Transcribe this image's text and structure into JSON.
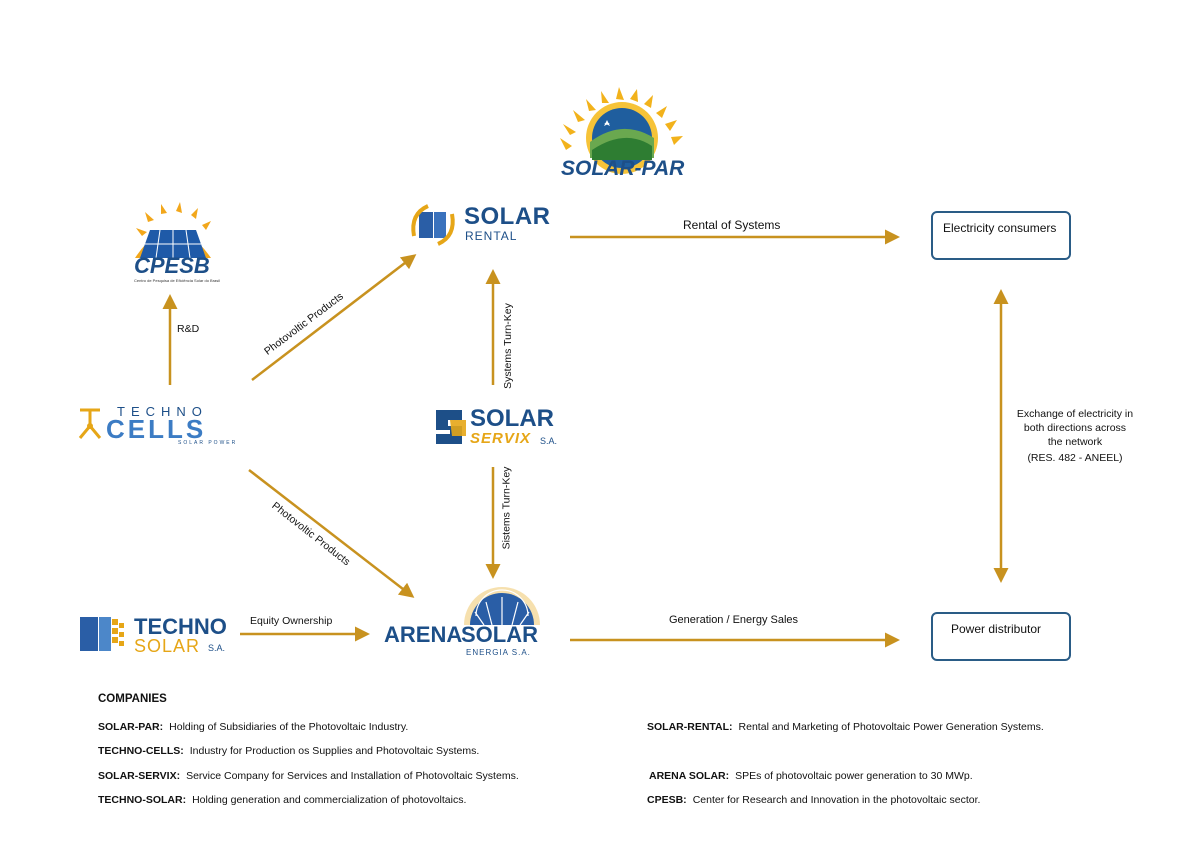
{
  "logos": {
    "solar_par": "SOLAR-PAR",
    "cpesb": "CPESB",
    "cpesb_sub": "Centro de Pesquisa de Eficiência Solar do Brasil",
    "solar_rental_1": "SOLAR",
    "solar_rental_2": "RENTAL",
    "techno_cells_1": "TECHNO",
    "techno_cells_2": "CELLS",
    "techno_cells_3": "SOLAR POWER",
    "solar_servix_1": "SOLAR",
    "solar_servix_2": "SERVIX",
    "solar_servix_3": "S.A.",
    "techno_solar_1": "TECHNO",
    "techno_solar_2": "SOLAR",
    "techno_solar_3": "S.A.",
    "arena_solar_1": "ARENA",
    "arena_solar_2": "SOLAR",
    "arena_solar_3": "ENERGIA S.A."
  },
  "edges": {
    "rental_of_systems": "Rental of Systems",
    "rd": "R&D",
    "photovoltic_products_up": "Photovoltic Products",
    "photovoltic_products_down": "Photovoltic Products",
    "systems_turnkey": "Systems Turn-Key",
    "sistems_turnkey": "Sistems Turn-Key",
    "equity_ownership": "Equity Ownership",
    "generation_sales": "Generation / Energy Sales",
    "exchange_1": "Exchange of electricity in",
    "exchange_2": "both directions across",
    "exchange_3": "the network",
    "exchange_4": "(RES. 482 - ANEEL)"
  },
  "boxes": {
    "electricity_consumers": "Electricity consumers",
    "power_distributor": "Power distributor"
  },
  "companies": {
    "title": "COMPANIES",
    "rows": [
      {
        "name": "SOLAR-PAR:",
        "desc": "Holding of Subsidiaries of the Photovoltaic Industry."
      },
      {
        "name": "TECHNO-CELLS:",
        "desc": "Industry for Production os Supplies and Photovoltaic Systems."
      },
      {
        "name": "SOLAR-SERVIX:",
        "desc": "Service Company for Services and Installation of Photovoltaic Systems."
      },
      {
        "name": "TECHNO-SOLAR:",
        "desc": "Holding generation and commercialization of photovoltaics."
      },
      {
        "name": "SOLAR-RENTAL:",
        "desc": "Rental and Marketing of Photovoltaic Power Generation Systems."
      },
      {
        "name": "ARENA SOLAR:",
        "desc": "SPEs of photovoltaic power generation to 30 MWp."
      },
      {
        "name": "CPESB:",
        "desc": "Center for Research and Innovation in the photovoltaic sector."
      }
    ]
  },
  "colors": {
    "arrow": "#c8921f",
    "navy": "#1d4f88",
    "gold": "#e6a617",
    "box_border": "#2a5c86"
  }
}
